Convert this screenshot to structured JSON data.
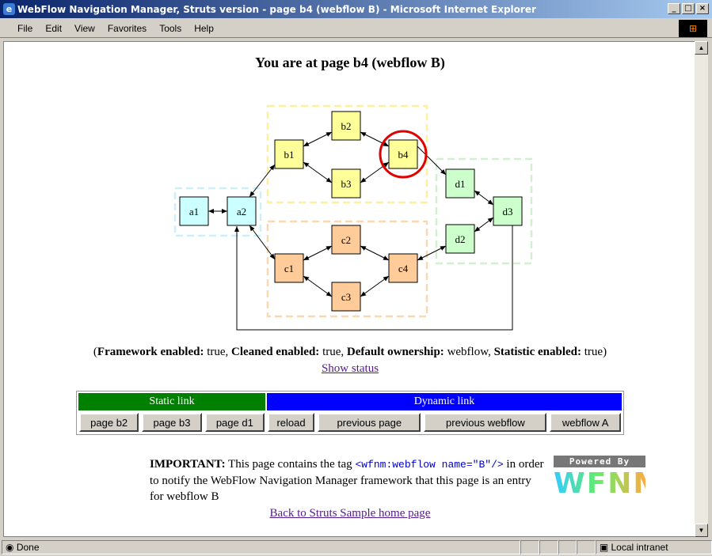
{
  "window": {
    "title": "WebFlow Navigation Manager, Struts version - page b4 (webflow B) - Microsoft Internet Explorer",
    "controls": [
      "_",
      "□",
      "×"
    ]
  },
  "menu": [
    "File",
    "Edit",
    "View",
    "Favorites",
    "Tools",
    "Help"
  ],
  "page": {
    "heading": "You are at page b4 (webflow B)"
  },
  "diagram": {
    "nodes": {
      "a1": "a1",
      "a2": "a2",
      "b1": "b1",
      "b2": "b2",
      "b3": "b3",
      "b4": "b4",
      "c1": "c1",
      "c2": "c2",
      "c3": "c3",
      "c4": "c4",
      "d1": "d1",
      "d2": "d2",
      "d3": "d3"
    },
    "current": "b4",
    "colors": {
      "a": "#ccffff",
      "b": "#ffff99",
      "c": "#ffcc99",
      "d": "#ccffcc",
      "highlight": "#e00000"
    }
  },
  "info": {
    "fw_label": "Framework enabled:",
    "fw": " true, ",
    "cl_label": "Cleaned enabled:",
    "cl": " true, ",
    "own_label": "Default ownership:",
    "own": " webflow, ",
    "stat_label": "Statistic enabled:",
    "stat": " true)",
    "open": "(",
    "show_status": "Show status"
  },
  "nav": {
    "static_header": "Static link",
    "dynamic_header": "Dynamic link",
    "static_color": "#008000",
    "dynamic_color": "#0000ff",
    "static": [
      "page b2",
      "page b3",
      "page d1"
    ],
    "dynamic": [
      "reload",
      "previous page",
      "previous webflow",
      "webflow A"
    ]
  },
  "important": {
    "label": "IMPORTANT:",
    "text1": " This page contains the tag ",
    "tag": "<wfnm:webflow name=\"B\"/>",
    "text2": " in order to notify the WebFlow Navigation Manager framework that this page is an entry for webflow B"
  },
  "logo": {
    "powered": "Powered By",
    "name": "WFNM"
  },
  "back_link": "Back to Struts Sample home page",
  "status": {
    "text": "Done",
    "zone": "Local intranet"
  }
}
